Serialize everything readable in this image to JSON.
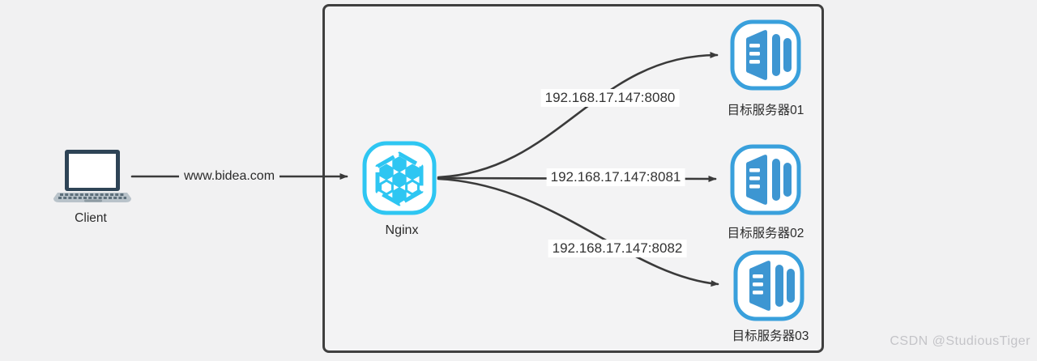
{
  "diagram": {
    "title_context": "Nginx load balancing diagram",
    "client": {
      "label": "Client"
    },
    "request_label": "www.bidea.com",
    "nginx": {
      "label": "Nginx"
    },
    "servers": [
      {
        "label": "目标服务器01",
        "route": "192.168.17.147:8080"
      },
      {
        "label": "目标服务器02",
        "route": "192.168.17.147:8081"
      },
      {
        "label": "目标服务器03",
        "route": "192.168.17.147:8082"
      }
    ],
    "watermark": "CSDN @StudiousTiger",
    "colors": {
      "background": "#f1f1f2",
      "line": "#3a3a3a",
      "box_border": "#3f3f3f",
      "nginx_accent": "#2ec6f2",
      "server_accent": "#39a0dc",
      "server_fill": "#3d96d2",
      "laptop_dark": "#2e4456",
      "laptop_base": "#b9c3ca",
      "watermark": "#c4c4c8"
    }
  }
}
